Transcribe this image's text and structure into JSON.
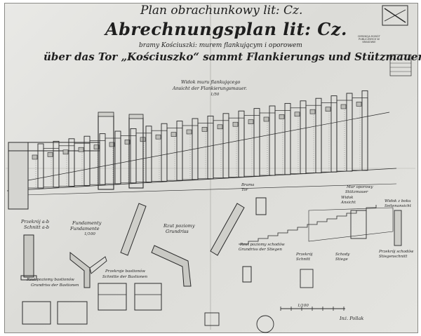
{
  "sheet": {
    "title_pl": "Plan obrachunkowy lit: Cz.",
    "title_de": "Abrechnungsplan lit: Cz.",
    "subtitle_pl": "bramy Kościuszki: murem flankującym i oporowem",
    "subtitle_de": "über das Tor „Kościuszko“ sammt Flankierungs und Stützmauer."
  },
  "elevation": {
    "label_pl": "Widok muru flankującego",
    "label_de": "Ansicht der Flankierungsmauer.",
    "scale": "1/50"
  },
  "details": {
    "section_ab_pl": "Przekrój a-b",
    "section_ab_de": "Schnitt a-b",
    "foundations_pl": "Fundamenty",
    "foundations_de": "Fundamente",
    "ground_plan_pl": "Rzut poziomy",
    "ground_plan_de": "Grundriss",
    "plan_of_bastions_pl": "Rzut poziomy bastionów",
    "plan_of_bastions_de": "Grundriss der Bastionen",
    "sections_of_bastions_pl": "Przekroje bastionów",
    "sections_of_bastions_de": "Schnitte der Bastionen",
    "gate_pl": "Brama",
    "gate_de": "Tor",
    "retaining_wall_pl": "Mur oporowy",
    "retaining_wall_de": "Stützmauer",
    "view_pl": "Widok",
    "view_de": "Ansicht",
    "side_view_pl": "Widok z boku",
    "side_view_de": "Seitenansicht",
    "section_pl": "Przekrój",
    "section_de": "Schnitt",
    "stairs_pl": "Schody",
    "stairs_de": "Stiege",
    "stair_section_pl": "Przekrój schodów",
    "stair_section_de": "Stiegenschnitt",
    "stair_plan_pl": "Rzut poziomy schodów",
    "stair_plan_de": "Grundriss der Stiegen",
    "scale": "1/100",
    "signature": "Inż. Pollak"
  },
  "stamp": {
    "text": "DYREKCJA ROBÓT PUBLICZNYCH W KRAKOWIE"
  }
}
